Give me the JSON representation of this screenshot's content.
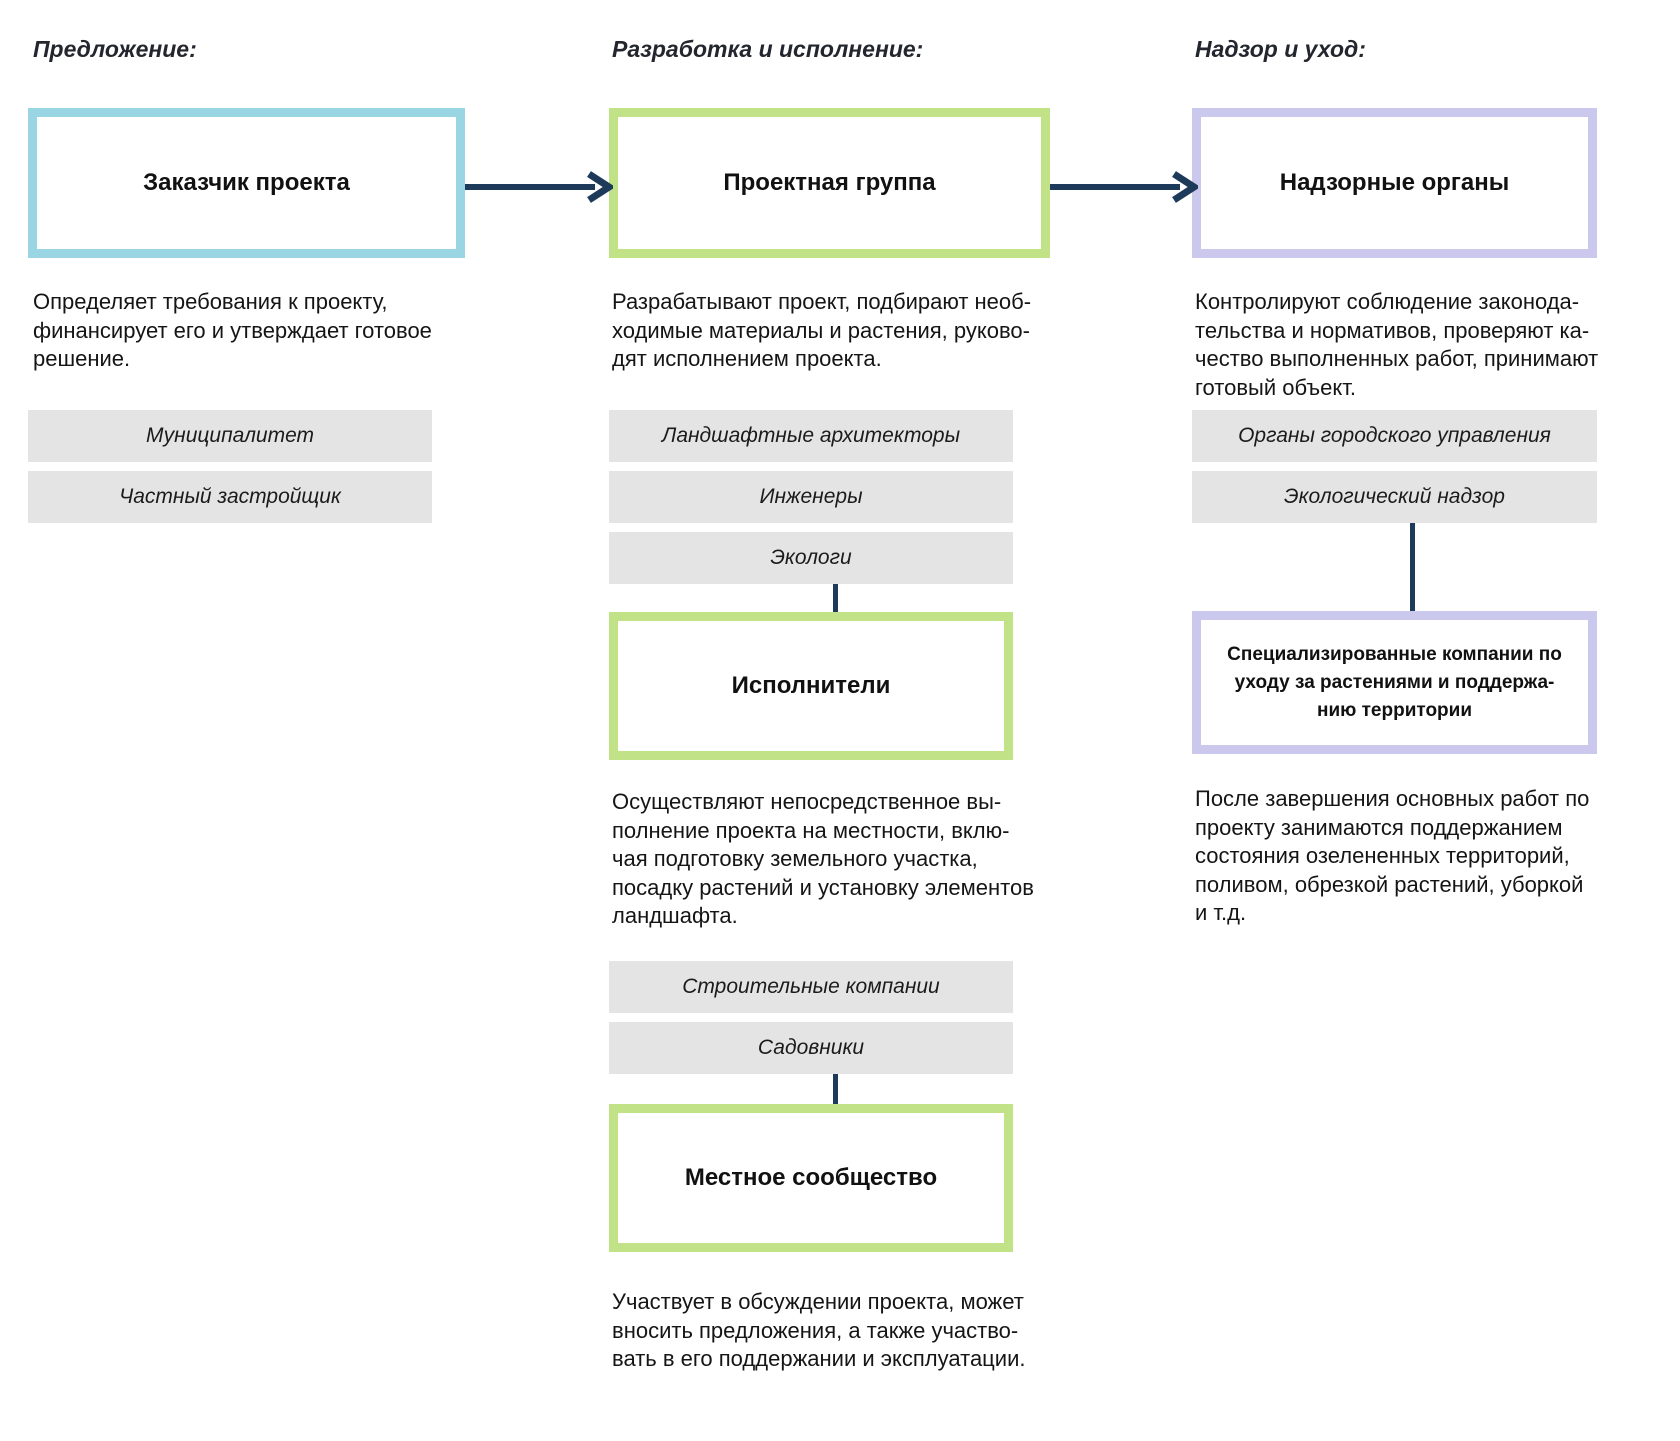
{
  "palette": {
    "customer_border": "#9ad5e4",
    "team_border": "#c2e287",
    "supervision_border": "#cbc8ed",
    "connector": "#1e3a5a",
    "chip_background": "#e4e4e4"
  },
  "proposal": {
    "header": "Предложение:",
    "box_customer": "Заказчик проекта",
    "desc_customer": "Определяет требования к проекту,\nфинансирует его и утверждает готовое\nрешение.",
    "item_municipality": "Муниципалитет",
    "item_private_developer": "Частный застройщик"
  },
  "development": {
    "header": "Разработка и исполнение:",
    "box_team": "Проектная группа",
    "desc_team": "Разрабатывают проект, подбирают необ-\nходимые материалы и растения, руково-\nдят исполнением проекта.",
    "item_landscape_architects": "Ландшафтные архитекторы",
    "item_engineers": "Инженеры",
    "item_ecologists": "Экологи",
    "box_executors": "Исполнители",
    "desc_executors": "Осуществляют непосредственное вы-\nполнение проекта на местности, вклю-\nчая подготовку земельного участка,\nпосадку растений и установку элементов\nландшафта.",
    "item_construction_companies": "Строительные компании",
    "item_gardeners": "Садовники",
    "box_community": "Местное сообщество",
    "desc_community": "Участвует в обсуждении проекта, может\nвносить предложения, а также участво-\nвать в его поддержании и эксплуатации."
  },
  "supervision": {
    "header": "Надзор и уход:",
    "box_authorities": "Надзорные органы",
    "desc_authorities": "Контролируют соблюдение законода-\nтельства и нормативов, проверяют ка-\nчество выполненных работ, принимают\nготовый объект.",
    "item_city_government": "Органы городского управления",
    "item_eco_supervision": "Экологический надзор",
    "box_maintenance": "Специализированные компании по\nуходу за растениями и поддержа-\nнию территории",
    "desc_maintenance": "После завершения основных работ по\nпроекту занимаются поддержанием\nсостояния озелененных территорий,\nполивом, обрезкой растений, уборкой\nи т.д."
  }
}
